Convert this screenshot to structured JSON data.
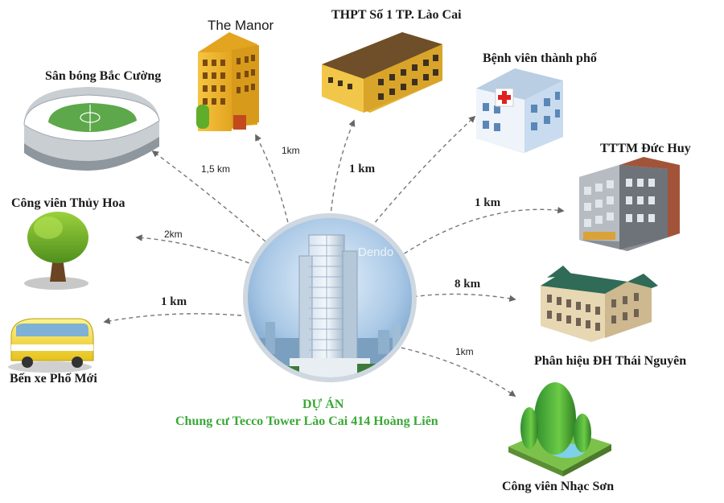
{
  "project": {
    "heading": "DỰ ÁN",
    "name": "Chung cư Tecco Tower Lào Cai 414 Hoàng Liên",
    "watermark": "Dendo",
    "colors": {
      "accent": "#3aa837"
    }
  },
  "places": [
    {
      "id": "the-manor",
      "label": "The Manor",
      "distance": "1km"
    },
    {
      "id": "thpt",
      "label": "THPT Số 1 TP. Lào Cai",
      "distance": "1 km"
    },
    {
      "id": "benh-vien",
      "label": "Bệnh viên thành phố",
      "distance": ""
    },
    {
      "id": "san-bong",
      "label": "Sân bóng Bắc Cường",
      "distance": "1,5 km"
    },
    {
      "id": "tttm",
      "label": "TTTM Đức Huy",
      "distance": "1 km"
    },
    {
      "id": "cong-vien-thuy-hoa",
      "label": "Công viên Thủy Hoa",
      "distance": "2km"
    },
    {
      "id": "ben-xe",
      "label": "Bến xe Phố Mới",
      "distance": "1 km"
    },
    {
      "id": "phan-hieu",
      "label": "Phân hiệu ĐH Thái Nguyên",
      "distance": "8 km"
    },
    {
      "id": "cong-vien-nhac-son",
      "label": "Công viên Nhạc Sơn",
      "distance": "1km"
    }
  ]
}
